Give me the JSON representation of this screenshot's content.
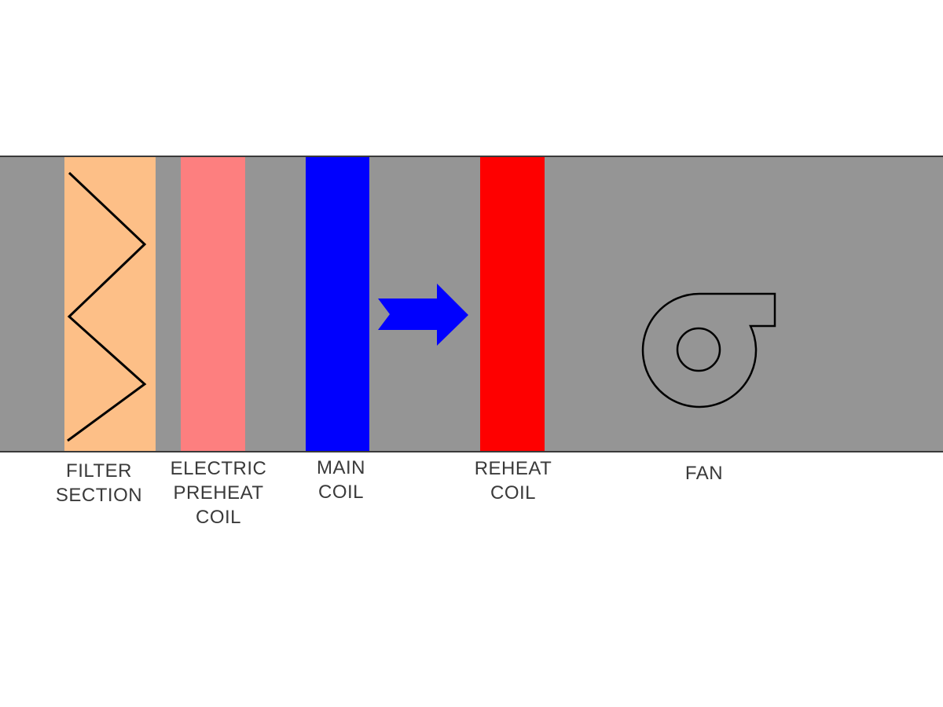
{
  "colors": {
    "duct": "#959595",
    "duct_edge": "#3a3a3a",
    "filter": "#fdbf87",
    "electric_preheat_coil": "#fd7f7f",
    "main_coil": "#0000fe",
    "reheat_coil": "#fe0000",
    "airflow_arrow": "#0000fe",
    "outline": "#000000",
    "label_text": "#3a3a3a"
  },
  "icons": {
    "filter": "zigzag-filter-icon",
    "airflow": "arrow-right-icon",
    "fan": "centrifugal-fan-icon"
  },
  "labels": {
    "filter_section": [
      "FILTER",
      "SECTION"
    ],
    "electric_preheat_coil": [
      "ELECTRIC",
      "PREHEAT",
      "COIL"
    ],
    "main_coil": [
      "MAIN",
      "COIL"
    ],
    "reheat_coil": [
      "REHEAT",
      "COIL"
    ],
    "fan": [
      "FAN"
    ]
  }
}
